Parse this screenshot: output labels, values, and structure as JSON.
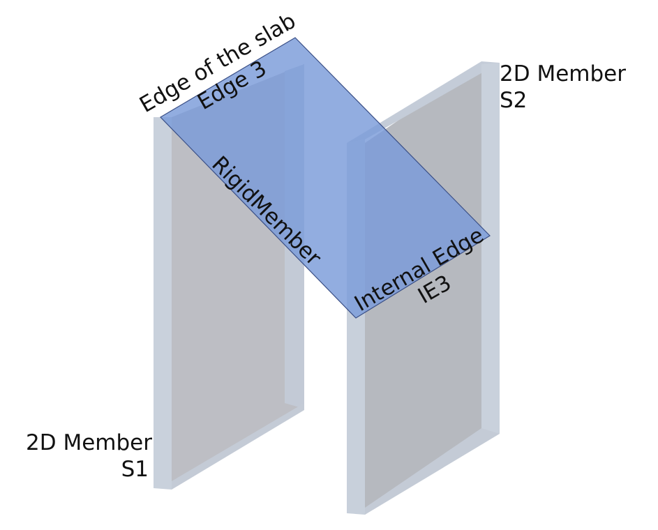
{
  "labels": {
    "edge_of_slab": "Edge of the slab",
    "edge3": "Edge 3",
    "rigid_member": "RigidMember",
    "internal_edge": "Internal Edge",
    "ie3": "IE3",
    "s1_line1": "2D Member",
    "s1_line2": "S1",
    "s2_line1": "2D Member",
    "s2_line2": "S2"
  },
  "colors": {
    "wall_face": "#b9bcc3",
    "wall_edge": "#c8d0dc",
    "slab_fill": "#7a9bd9",
    "slab_stroke": "#3a4f86",
    "text": "#111111"
  }
}
